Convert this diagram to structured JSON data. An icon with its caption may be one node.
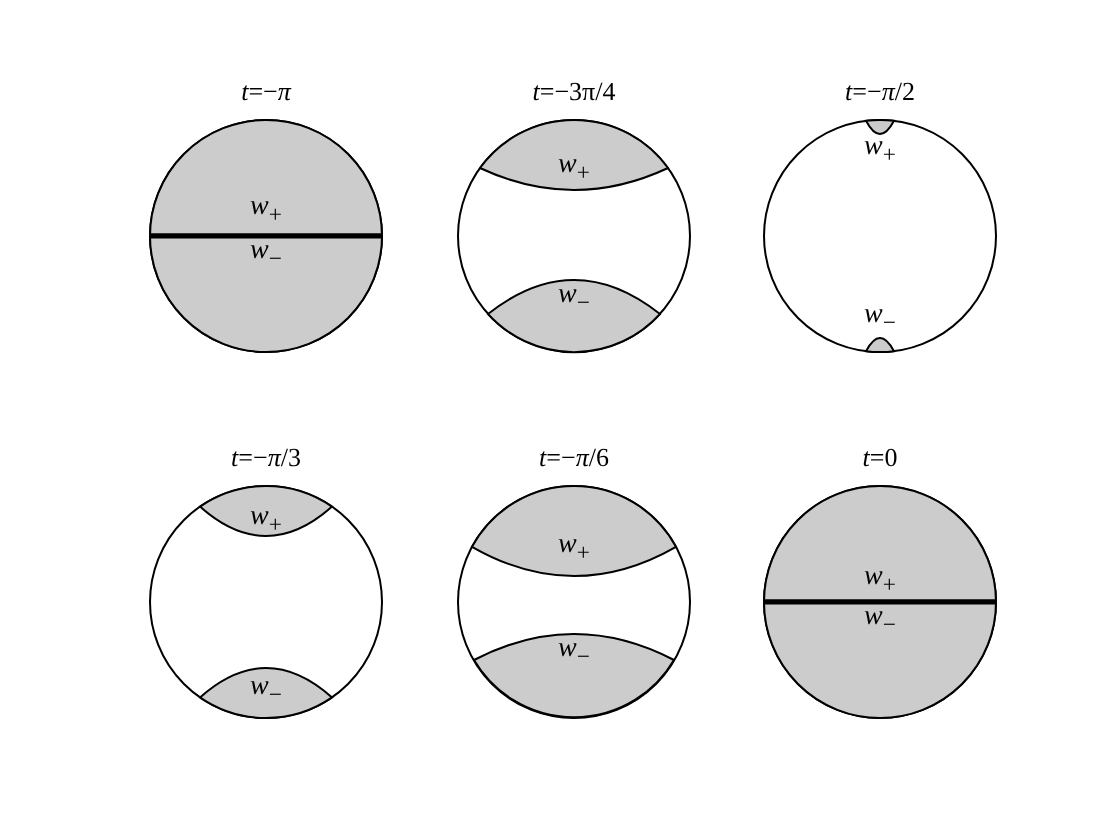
{
  "diagram": {
    "nodes": [
      {
        "text": [
          "*t*=−*π*"
        ]
      },
      {
        "text": [
          "*w*$_{+}$"
        ],
        "in": 0
      },
      {
        "text": [
          "*w*$_{−}$"
        ],
        "in": 0
      },
      {
        "text": [
          "*t*=−3π/4"
        ]
      },
      {
        "text": [
          "*w*$_{+}$"
        ],
        "in": 3
      },
      {
        "text": [
          "*w*$_{−}$"
        ],
        "in": 3
      },
      {
        "text": [
          "*t*=−*π*/2"
        ]
      },
      {
        "text": [
          "*w*$_{+}$"
        ],
        "in": 6
      },
      {
        "text": [
          "*w*$_{−}$"
        ],
        "in": 6
      },
      {
        "text": [
          "*t*=−*π*/3"
        ]
      },
      {
        "text": [
          "*w*$_{+}$"
        ],
        "in": 9
      },
      {
        "text": [
          "*w*$_{−}$"
        ],
        "in": 9
      },
      {
        "text": [
          "*t*=−*π*/6"
        ]
      },
      {
        "text": [
          "*w*$_{+}$"
        ],
        "in": 12
      },
      {
        "text": [
          "*w*$_{−}$"
        ],
        "in": 12
      },
      {
        "text": [
          "*t*=0"
        ]
      },
      {
        "text": [
          "*w*$_{+}$"
        ],
        "in": 15
      },
      {
        "text": [
          "*w*$_{−}$"
        ],
        "in": 15
      }
    ]
  }
}
